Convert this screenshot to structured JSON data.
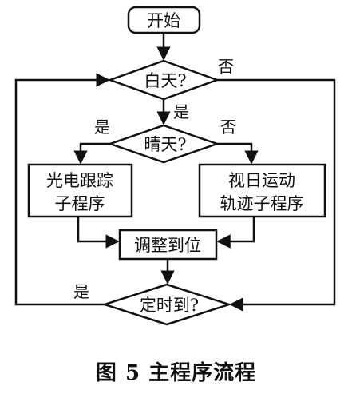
{
  "nodes": {
    "start": "开始",
    "day_check": "白天?",
    "sunny_check": "晴天?",
    "photo_tracking": [
      "光电跟踪",
      "子程序"
    ],
    "sun_motion": [
      "视日运动",
      "轨迹子程序"
    ],
    "adjust": "调整到位",
    "timer_check": "定时到?"
  },
  "edge_labels": {
    "day_no": "否",
    "day_yes": "是",
    "sunny_yes": "是",
    "sunny_no": "否",
    "timer_yes": "是"
  },
  "caption": "图 5  主程序流程"
}
